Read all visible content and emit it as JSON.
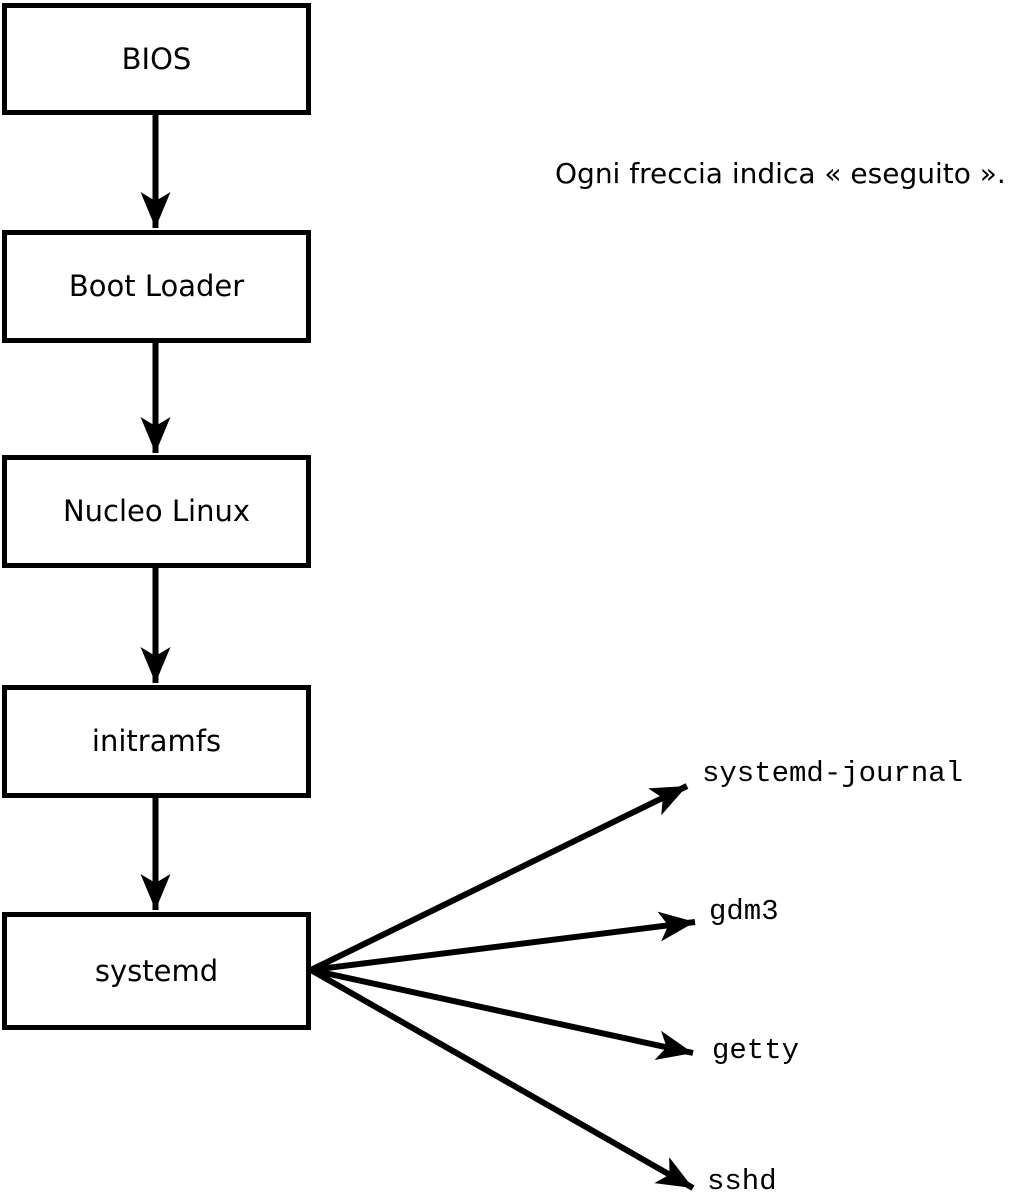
{
  "diagram": {
    "caption": "Ogni freccia indica « eseguito ».",
    "boxes": [
      {
        "label": "BIOS"
      },
      {
        "label": "Boot Loader"
      },
      {
        "label": "Nucleo Linux"
      },
      {
        "label": "initramfs"
      },
      {
        "label": "systemd"
      }
    ],
    "processes": [
      {
        "label": "systemd-journal"
      },
      {
        "label": "gdm3"
      },
      {
        "label": "getty"
      },
      {
        "label": "sshd"
      }
    ],
    "colors": {
      "foreground": "#000000",
      "background": "#ffffff"
    }
  }
}
